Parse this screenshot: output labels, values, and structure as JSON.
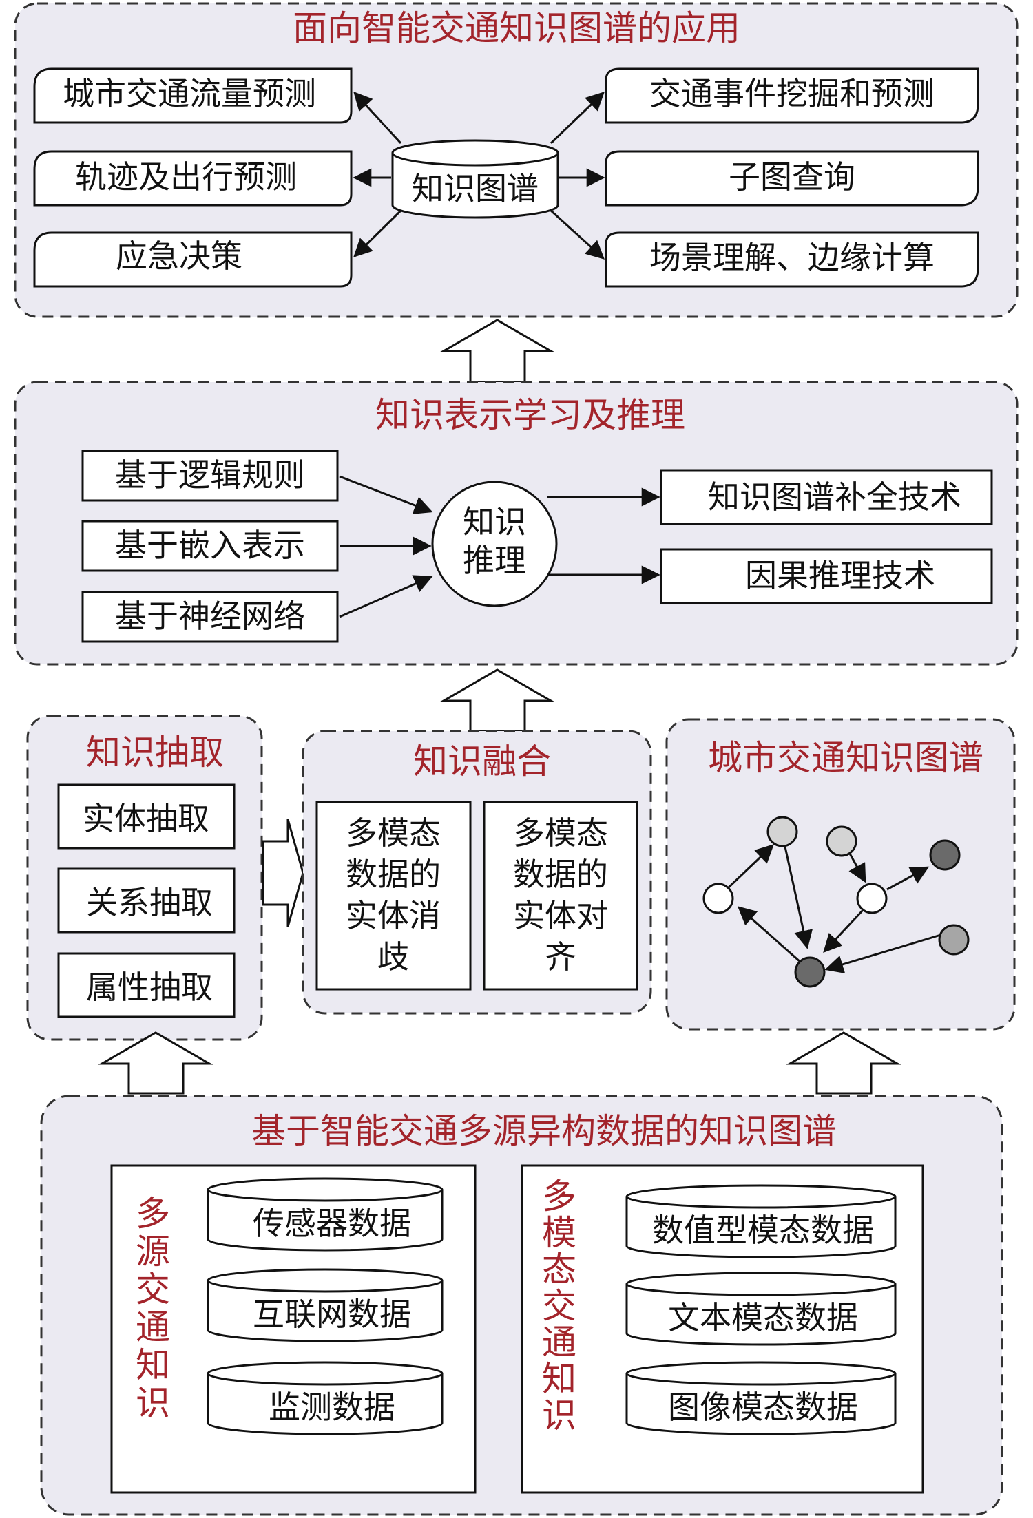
{
  "application": {
    "title": "面向智能交通知识图谱的应用",
    "center": "知识图谱",
    "left_items": [
      "城市交通流量预测",
      "轨迹及出行预测",
      "应急决策"
    ],
    "right_items": [
      "交通事件挖掘和预测",
      "子图查询",
      "场景理解、边缘计算"
    ]
  },
  "reasoning": {
    "title": "知识表示学习及推理",
    "center_line1": "知识",
    "center_line2": "推理",
    "left_items": [
      "基于逻辑规则",
      "基于嵌入表示",
      "基于神经网络"
    ],
    "right_items": [
      "知识图谱补全技术",
      "因果推理技术"
    ]
  },
  "extraction": {
    "title": "知识抽取",
    "items": [
      "实体抽取",
      "关系抽取",
      "属性抽取"
    ]
  },
  "fusion": {
    "title": "知识融合",
    "left_lines": [
      "多模态",
      "数据的",
      "实体消",
      "歧"
    ],
    "right_lines": [
      "多模态",
      "数据的",
      "实体对",
      "齐"
    ]
  },
  "kg": {
    "title": "城市交通知识图谱"
  },
  "sources": {
    "title": "基于智能交通多源异构数据的知识图谱",
    "left_label": [
      "多",
      "源",
      "交",
      "通",
      "知",
      "识"
    ],
    "left_items": [
      "传感器数据",
      "互联网数据",
      "监测数据"
    ],
    "right_label": [
      "多",
      "模",
      "态",
      "交",
      "通",
      "知",
      "识"
    ],
    "right_items": [
      "数值型模态数据",
      "文本模态数据",
      "图像模态数据"
    ]
  },
  "colors": {
    "title_red": "#a3242b",
    "panel_fill": "#ebeaf2",
    "node_white": "#ffffff",
    "node_light": "#d4d4d4",
    "node_mid": "#a6a6a6",
    "node_dark": "#6a6a6a"
  }
}
